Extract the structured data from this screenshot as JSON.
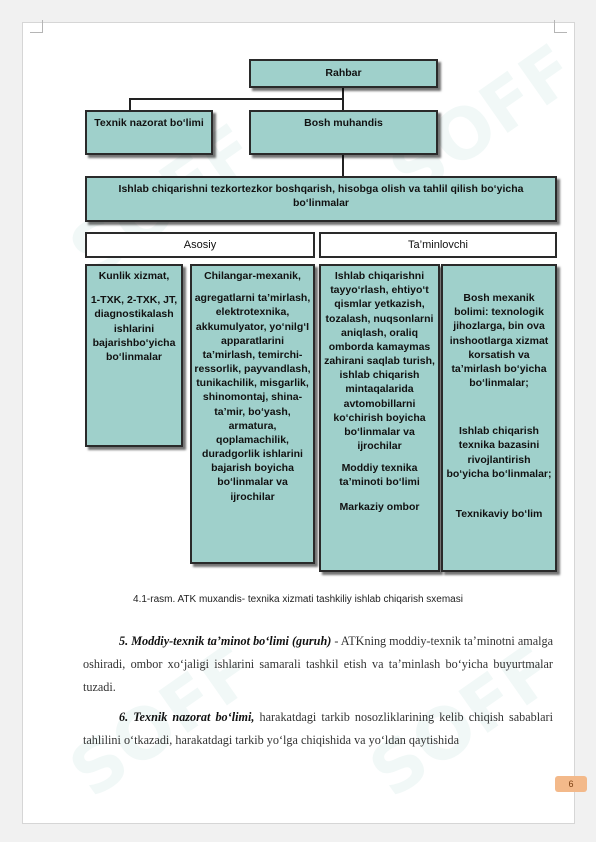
{
  "diagram": {
    "rahbar": "Rahbar",
    "texnik_nazorat": "Texnik nazorat bo‘limi",
    "bosh_muhandis": "Bosh muhandis",
    "ishlab_chiqarish": "Ishlab chiqarishni tezkortezkor boshqarish, hisobga olish va tahlil qilish bo‘yicha bo‘linmalar",
    "asosiy": "Asosiy",
    "taminlovchi": "Ta’minlovchi",
    "col1": [
      "Kunlik xizmat,",
      "1-TXK, 2-TXK, JT, diagnostikalash ishlarini bajarishbo‘yicha bo‘linmalar"
    ],
    "col2": [
      "Chilangar-mexanik,",
      "agregatlarni ta’mirlash, elektrotexnika, akkumulyator, yo‘nilg‘I apparatlarini ta’mirlash, temirchi-ressorlik, payvandlash, tunikachilik, misgarlik, shinomontaj, shina-ta’mir, bo‘yash, armatura, qoplamachilik, duradgorlik ishlarini bajarish boyicha bo‘linmalar va ijrochilar"
    ],
    "col3": [
      "Ishlab chiqarishni tayyo‘rlash, ehtiyo‘t qismlar yetkazish, tozalash, nuqsonlarni aniqlash, oraliq omborda kamaymas zahirani saqlab turish, ishlab chiqarish mintaqalarida avtomobillarni ko‘chirish boyicha bo‘linmalar va ijrochilar",
      "Moddiy texnika ta’minoti bo‘limi",
      "Markaziy ombor"
    ],
    "col4": [
      "Bosh mexanik bolimi: texnologik jihozlarga, bin ova inshootlarga xizmat korsatish va ta’mirlash bo‘yicha bo‘linmalar;",
      "Ishlab chiqarish texnika bazasini rivojlantirish bo‘yicha bo‘linmalar;",
      "Texnikaviy bo‘lim"
    ]
  },
  "caption": "4.1-rasm. ATK muxandis- texnika xizmati tashkiliy ishlab chiqarish sxemasi",
  "paragraphs": [
    {
      "heading": "5. Moddiy-texnik ta’minot bo‘limi (guruh)",
      "text": " - ATKning moddiy-texnik ta’minotni amalga oshiradi, ombor xo‘jaligi ishlarini samarali tashkil etish va ta’minlash bo‘yicha buyurtmalar tuzadi."
    },
    {
      "heading": "6. Texnik nazorat bo‘limi,",
      "text": " harakatdagi tarkib nosozliklarining kelib chiqish sabablari tahlilini o‘tkazadi, harakatdagi tarkib yo‘lga chiqishida va yo‘ldan qaytishida"
    }
  ],
  "watermark_text": "SOFF",
  "page_badge": "6"
}
